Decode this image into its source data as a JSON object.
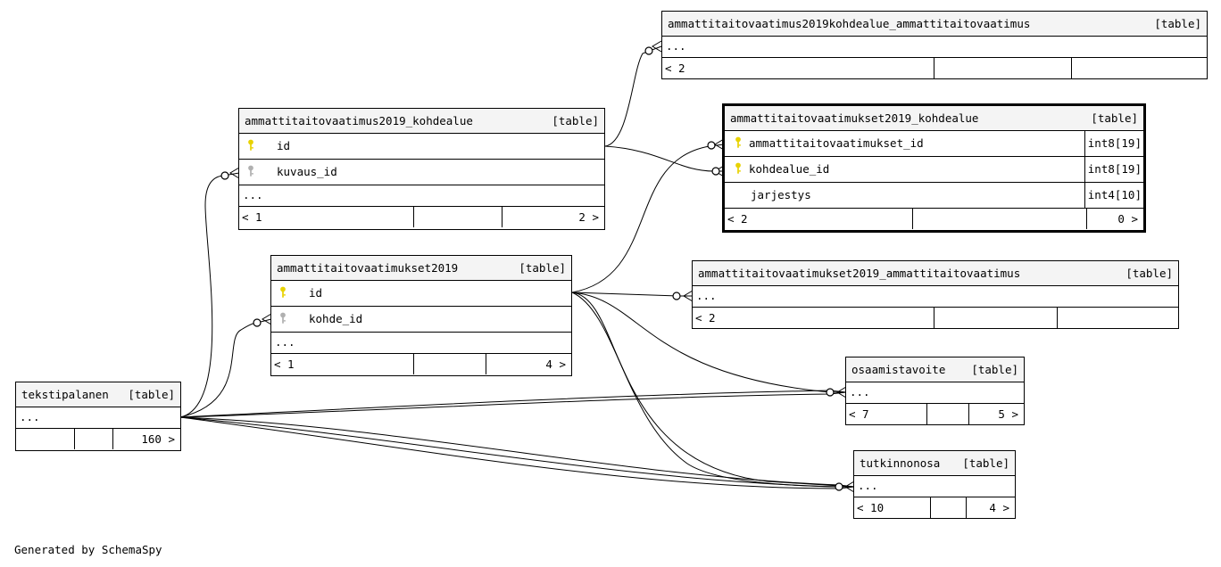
{
  "tables": {
    "t1": {
      "name": "ammattitaitovaatimus2019kohdealue_ammattitaitovaatimus",
      "kind": "[table]",
      "more": "...",
      "foot_left": "< 2",
      "foot_right": ""
    },
    "t2": {
      "name": "ammattitaitovaatimus2019_kohdealue",
      "kind": "[table]",
      "col1": "id",
      "col2": "kuvaus_id",
      "more": "...",
      "foot_left": "< 1",
      "foot_right": "2 >"
    },
    "t3": {
      "name": "ammattitaitovaatimukset2019_kohdealue",
      "kind": "[table]",
      "col1": "ammattitaitovaatimukset_id",
      "type1": "int8[19]",
      "col2": "kohdealue_id",
      "type2": "int8[19]",
      "col3": "jarjestys",
      "type3": "int4[10]",
      "foot_left": "< 2",
      "foot_right": "0 >"
    },
    "t4": {
      "name": "ammattitaitovaatimukset2019",
      "kind": "[table]",
      "col1": "id",
      "col2": "kohde_id",
      "more": "...",
      "foot_left": "< 1",
      "foot_right": "4 >"
    },
    "t5": {
      "name": "ammattitaitovaatimukset2019_ammattitaitovaatimus",
      "kind": "[table]",
      "more": "...",
      "foot_left": "< 2",
      "foot_right": ""
    },
    "t6": {
      "name": "osaamistavoite",
      "kind": "[table]",
      "more": "...",
      "foot_left": "< 7",
      "foot_right": "5 >"
    },
    "t7": {
      "name": "tutkinnonosa",
      "kind": "[table]",
      "more": "...",
      "foot_left": "< 10",
      "foot_right": "4 >"
    },
    "t8": {
      "name": "tekstipalanen",
      "kind": "[table]",
      "more": "...",
      "foot_left": "",
      "foot_right": "160 >"
    }
  },
  "colors": {
    "primary_key": "#e8d200",
    "foreign_key": "#b0b0b0",
    "header_bg": "#f4f4f4"
  },
  "icons": {
    "primary_key": "key-icon",
    "foreign_key": "key-icon"
  },
  "footer": "Generated by SchemaSpy"
}
